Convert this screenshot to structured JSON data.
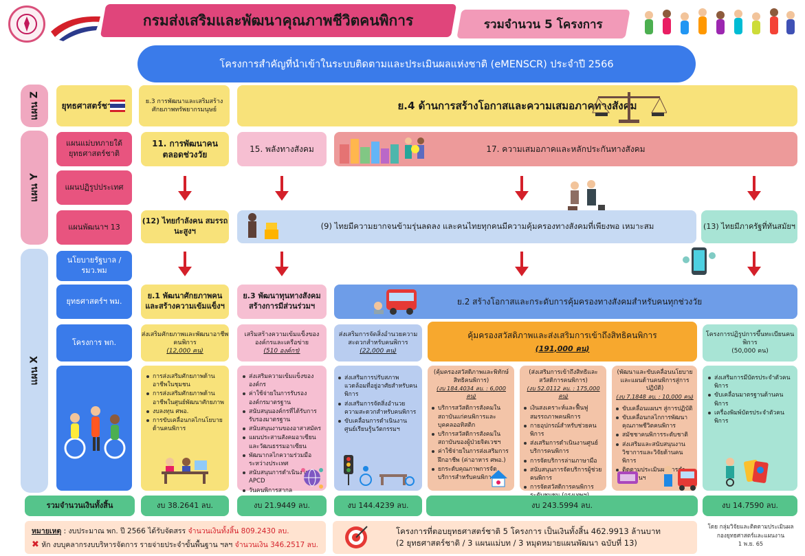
{
  "header": {
    "title": "กรมส่งเสริมและพัฒนาคุณภาพชีวิตคนพิการ",
    "count": "รวมจำนวน 5 โครงการ",
    "banner": "โครงการสำคัญที่นำเข้าในระบบติดตามและประเมินผลแห่งชาติ (eMENSCR) ประจำปี 2566"
  },
  "levels": {
    "z": "แผน Z",
    "y": "แผน Y",
    "x": "แผน X"
  },
  "rows": {
    "strategy": "ยุทธศาสตร์ชาติ",
    "master_plan": "แผนแม่บทภายใต้ยุทธศาสตร์ชาติ",
    "reform": "แผนปฏิรูปประเทศ",
    "dev_plan": "แผนพัฒนาฯ 13",
    "gov_policy": "นโยบายรัฐบาล / รมว.พม",
    "ministry": "ยุทธศาสตร์ฯ พม.",
    "projects": "โครงการ พก.",
    "total": "รวมจำนวนเงินทั้งสิ้น"
  },
  "z": {
    "s3": "ย.3 การพัฒนาและเสริมสร้างศักยภาพทรัพยากรมนุษย์",
    "s4": "ย.4 ด้านการสร้างโอกาสและความเสมอภาคทางสังคม"
  },
  "y": {
    "m11": "11. การพัฒนาคน ตลอดช่วงวัย",
    "m15": "15. พลังทางสังคม",
    "m17": "17. ความเสมอภาคและหลักประกันทางสังคม",
    "d12": "(12) ไทยกำลังคน สมรรถนะสูงฯ",
    "d9": "(9) ไทยมีความยากจนข้ามรุ่นลดลง และคนไทยทุกคนมีความคุ้มครองทางสังคมที่เพียงพอ เหมาะสม",
    "d13": "(13) ไทยมีภาครัฐที่ทันสมัยฯ"
  },
  "x": {
    "ms1": "ย.1 พัฒนาศักยภาพคน และสร้างความเข้มแข็งฯ",
    "ms3": "ย.3 พัฒนาทุนทางสังคม สร้างการมีส่วนร่วมฯ",
    "ms2": "ย.2 สร้างโอกาสและกระดับการคุ้มครองทางสังคมสำหรับคนทุกช่วงวัย"
  },
  "projects": [
    {
      "title": "ส่งเสริมศักยภาพและพัฒนาอาชีพคนพิการ",
      "target": "(12,000 คน)",
      "items": [
        "การส่งเสริมศักยภาพด้านอาชีพในชุมชน",
        "การส่งเสริมศักยภาพด้านอาชีพในศูนย์พัฒนาศักยภาพ",
        "งบลงทุน ศพอ.",
        "การขับเคลื่อนกลไกนโยบายด้านคนพิการ"
      ],
      "budget": "งบ 38.2641 ลบ."
    },
    {
      "title": "เสริมสร้างความเข้มแข็งขององค์กรและเครือข่าย",
      "target": "(510 องค์กร)",
      "items": [
        "ส่งเสริมความเข้มแข็งขององค์กร",
        "ค่าใช้จ่ายในการรับรององค์กรมาตรฐาน",
        "สนับสนุนองค์กรที่ได้รับการรับรองมาตรฐาน",
        "สนับสนุนงานของอาสาสมัคร",
        "แผนประสานสังคมอาเซียนและวัฒนธรรมอาเซียน",
        "พัฒนากลไกความร่วมมือระหว่างประเทศ",
        "สนับสนุนการดำเนินงาน APCD",
        "วันคนพิการสากล"
      ],
      "budget": "งบ 21.9449 ลบ."
    },
    {
      "title": "ส่งเสริมการจัดสิ่งอำนวยความสะดวกสำหรับคนพิการ",
      "target": "(22,000 คน)",
      "items": [
        "ส่งเสริมการปรับสภาพแวดล้อมที่อยู่อาศัยสำหรับคนพิการ",
        "ส่งเสริมการจัดสิ่งอำนวยความสะดวกสำหรับคนพิการ",
        "ขับเคลื่อนการดำเนินงานศูนย์เรียนรู้นวัตกรรมฯ"
      ],
      "budget": "งบ 144.4239 ลบ."
    },
    {
      "title": "คุ้มครองสวัสดิภาพและส่งเสริมการเข้าถึงสิทธิคนพิการ",
      "target": "(191,000 คน)",
      "budget": "งบ 243.5994 ลบ."
    },
    {
      "title": "โครงการปฏิรูปการขึ้นทะเบียนคนพิการ",
      "target": "(50,000 คน)",
      "items": [
        "ส่งเสริมการมีบัตรประจำตัวคนพิการ",
        "ขับเคลื่อนมาตรฐานด้านคนพิการ",
        "เครื่องพิมพ์บัตรประจำตัวคนพิการ"
      ],
      "budget": "งบ 14.7590 ลบ."
    }
  ],
  "sub4": [
    {
      "head": "(คุ้มครองสวัสดิภาพและพิทักษ์สิทธิคนพิการ)",
      "amt": "(งบ 184.4034 ลบ. : 6,000 คน)",
      "items": [
        "บริการสวัสดิการสังคมในสถาบันแก่คนพิการและบุคคลออทิสติก",
        "บริการสวัสดิการสังคมในสถาบันของผู้ป่วยจิตเวชฯ",
        "ค่าใช้จ่ายในการส่งเสริมการฝึกอาชีพ (ค่าอาหาร ศพอ.)",
        "ยกระดับคุณภาพการจัดบริการสำหรับคนพิการ"
      ]
    },
    {
      "head": "(ส่งเสริมการเข้าถึงสิทธิและสวัสดิการคนพิการ)",
      "amt": "(งบ 52.0112 ลบ. : 175,000 คน)",
      "items": [
        "เงินสงเคราะห์และฟื้นฟูสมรรถภาพคนพิการ",
        "กายอุปกรณ์สำหรับช่วยคนพิการ",
        "ส่งเสริมการดำเนินงานศูนย์บริการคนพิการ",
        "การจัดบริการล่ามภาษามือ",
        "สนับสนุนการจัดบริการผู้ช่วยคนพิการ",
        "การจัดสวัสดิการคนพิการระดับชุมชน (กรุงเทพฯ)"
      ]
    },
    {
      "head": "(พัฒนาและขับเคลื่อนนโยบายและแผนด้านคนพิการสู่การปฏิบัติ)",
      "amt": "(งบ 7.1848 ลบ. : 10,000 คน)",
      "items": [
        "ขับเคลื่อนแผนฯ สู่การปฏิบัติ",
        "ขับเคลื่อนกลไกการพัฒนาคุณภาพชีวิตคนพิการ",
        "สมัชชาคนพิการระดับชาติ",
        "ส่งเสริมและสนับสนุนงานวิชาการและวิจัยด้านคนพิการ",
        "ติดตามประเมินผลการดำเนินงานฯ"
      ]
    }
  ],
  "footer": {
    "note_label": "หมายเหตุ",
    "note": ": งบประมาณ พก. ปี 2566 ได้รับจัดสรร",
    "note_red": "จำนวนเงินทั้งสิ้น 809.2430 ลบ.",
    "deduct": "หัก งบบุคลากรงบบริหารจัดการ รายจ่ายประจำขั้นพื้นฐาน ฯลฯ",
    "deduct_red": "จำนวนเงิน 346.2517 ลบ.",
    "summary1": "โครงการที่ตอบยุทธศาสตร์ชาติ 5 โครงการ เป็นเงินทั้งสิ้น 462.9913 ล้านบาท",
    "summary2": "(2 ยุทธศาสตร์ชาติ / 3 แผนแม่บท / 3 หมุดหมายแผนพัฒนา ฉบับที่ 13)",
    "credit1": "โดย กลุ่มวิจัยและติดตามประเมินผล",
    "credit2": "กองยุทธศาสตร์และแผนงาน",
    "credit3": "1 พ.ย. 65"
  },
  "colors": {
    "pink": "#e8547f",
    "yellow": "#f8e27a",
    "blue": "#b9cdf0",
    "teal": "#a8e4d5",
    "green": "#55c48b",
    "orange": "#f7a82e",
    "red": "#d4202a",
    "banner": "#3a7bea"
  }
}
